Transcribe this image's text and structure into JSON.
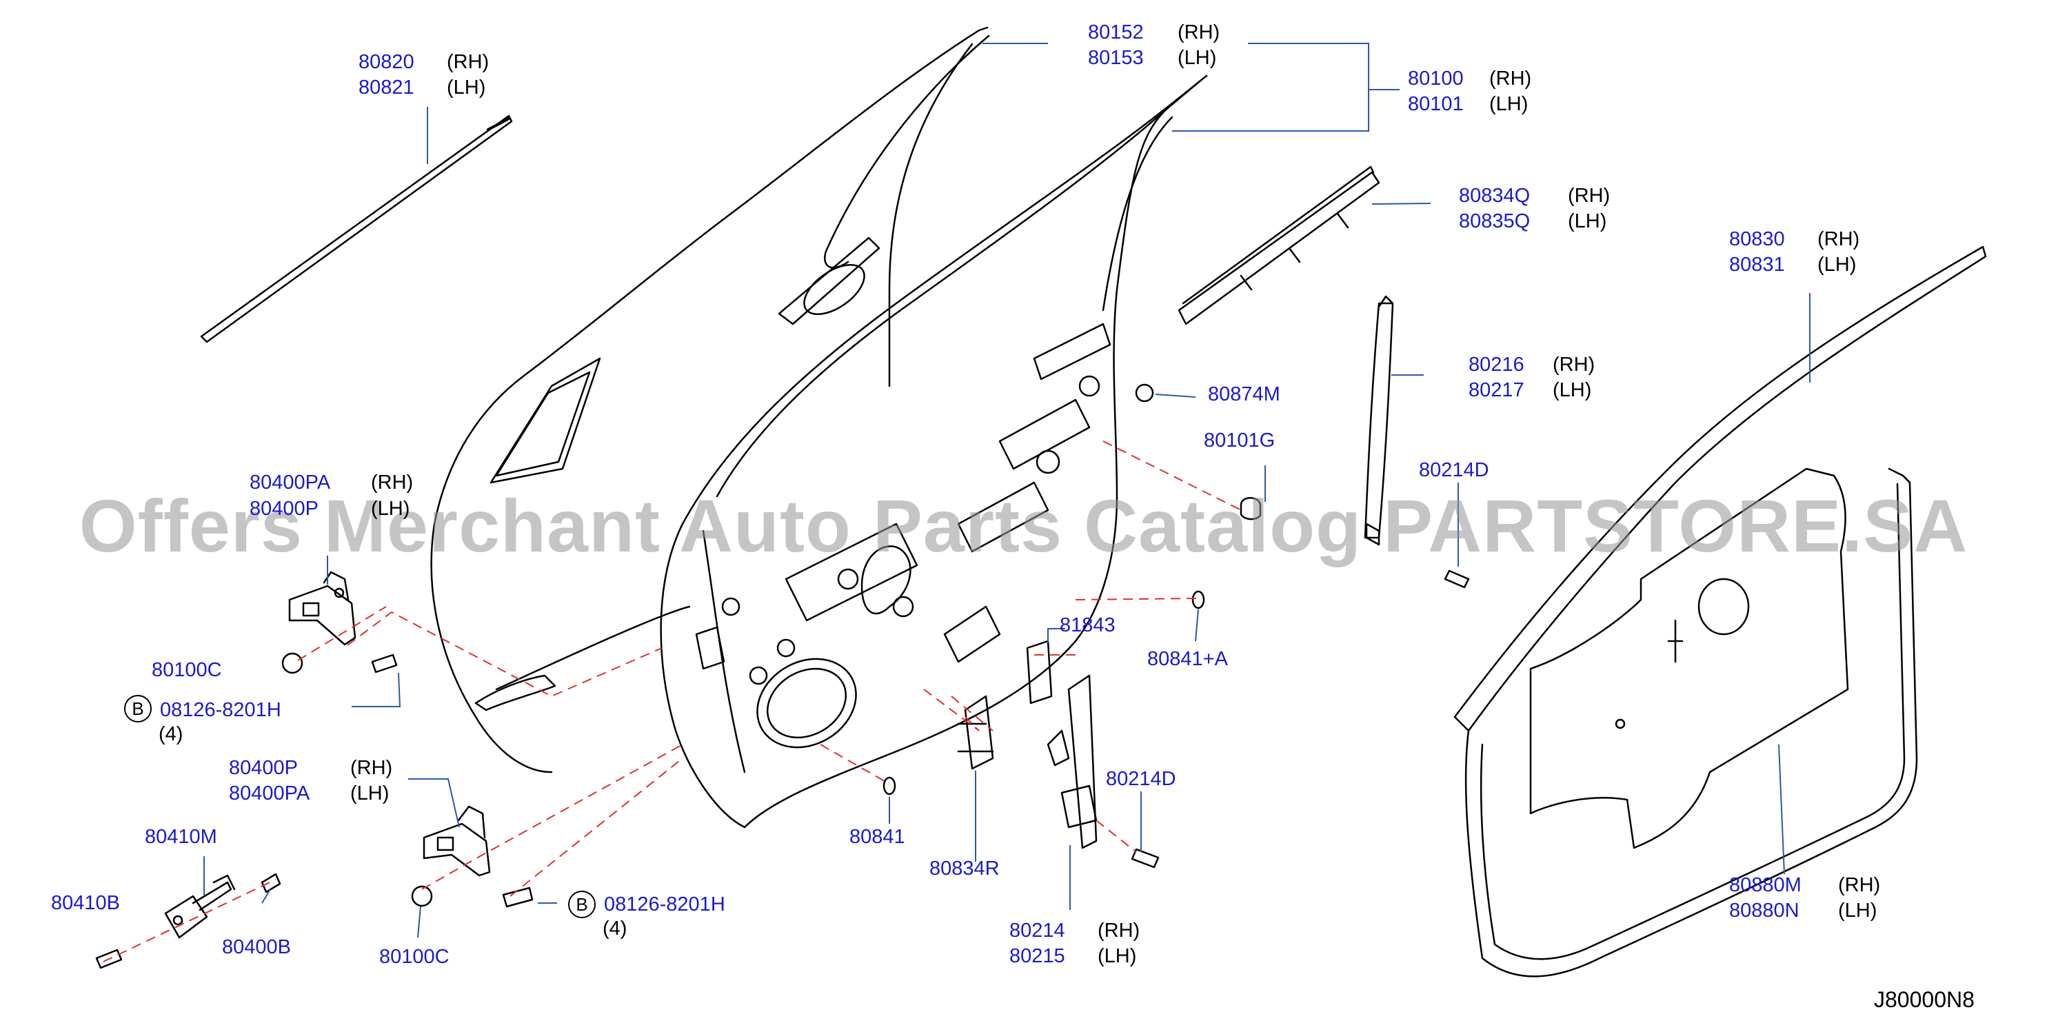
{
  "diagram_code": "J80000N8",
  "watermark": "Offers Merchant Auto Parts Catalog PARTSTORE.SA",
  "colors": {
    "part_number": "#1a1acc",
    "leader_line": "#2a5aa8",
    "dash_line": "#e03030",
    "drawing": "#000000"
  },
  "callouts": {
    "c80820": {
      "pn": "80820",
      "side": "(RH)"
    },
    "c80821": {
      "pn": "80821",
      "side": "(LH)"
    },
    "c80152": {
      "pn": "80152",
      "side": "(RH)"
    },
    "c80153": {
      "pn": "80153",
      "side": "(LH)"
    },
    "c80100": {
      "pn": "80100",
      "side": "(RH)"
    },
    "c80101": {
      "pn": "80101",
      "side": "(LH)"
    },
    "c80834Q": {
      "pn": "80834Q",
      "side": "(RH)"
    },
    "c80835Q": {
      "pn": "80835Q",
      "side": "(LH)"
    },
    "c80830": {
      "pn": "80830",
      "side": "(RH)"
    },
    "c80831": {
      "pn": "80831",
      "side": "(LH)"
    },
    "c80216": {
      "pn": "80216",
      "side": "(RH)"
    },
    "c80217": {
      "pn": "80217",
      "side": "(LH)"
    },
    "c80874M": {
      "pn": "80874M"
    },
    "c80101G": {
      "pn": "80101G"
    },
    "c80214D_top": {
      "pn": "80214D"
    },
    "c80400PA_top": {
      "pn": "80400PA",
      "side": "(RH)"
    },
    "c80400P_top": {
      "pn": "80400P",
      "side": "(LH)"
    },
    "c80100C_top": {
      "pn": "80100C"
    },
    "c08126_top": {
      "circle": "B",
      "pn": "08126-8201H",
      "qty": "(4)"
    },
    "c81843": {
      "pn": "81843"
    },
    "c80841A": {
      "pn": "80841+A"
    },
    "c80400P_bot": {
      "pn": "80400P",
      "side": "(RH)"
    },
    "c80400PA_bot": {
      "pn": "80400PA",
      "side": "(LH)"
    },
    "c80410M": {
      "pn": "80410M"
    },
    "c80410B": {
      "pn": "80410B"
    },
    "c80400B": {
      "pn": "80400B"
    },
    "c80100C_bot": {
      "pn": "80100C"
    },
    "c08126_bot": {
      "circle": "B",
      "pn": "08126-8201H",
      "qty": "(4)"
    },
    "c80841": {
      "pn": "80841"
    },
    "c80834R": {
      "pn": "80834R"
    },
    "c80214D_bot": {
      "pn": "80214D"
    },
    "c80214": {
      "pn": "80214",
      "side": "(RH)"
    },
    "c80215": {
      "pn": "80215",
      "side": "(LH)"
    },
    "c80880M": {
      "pn": "80880M",
      "side": "(RH)"
    },
    "c80880N": {
      "pn": "80880N",
      "side": "(LH)"
    }
  }
}
